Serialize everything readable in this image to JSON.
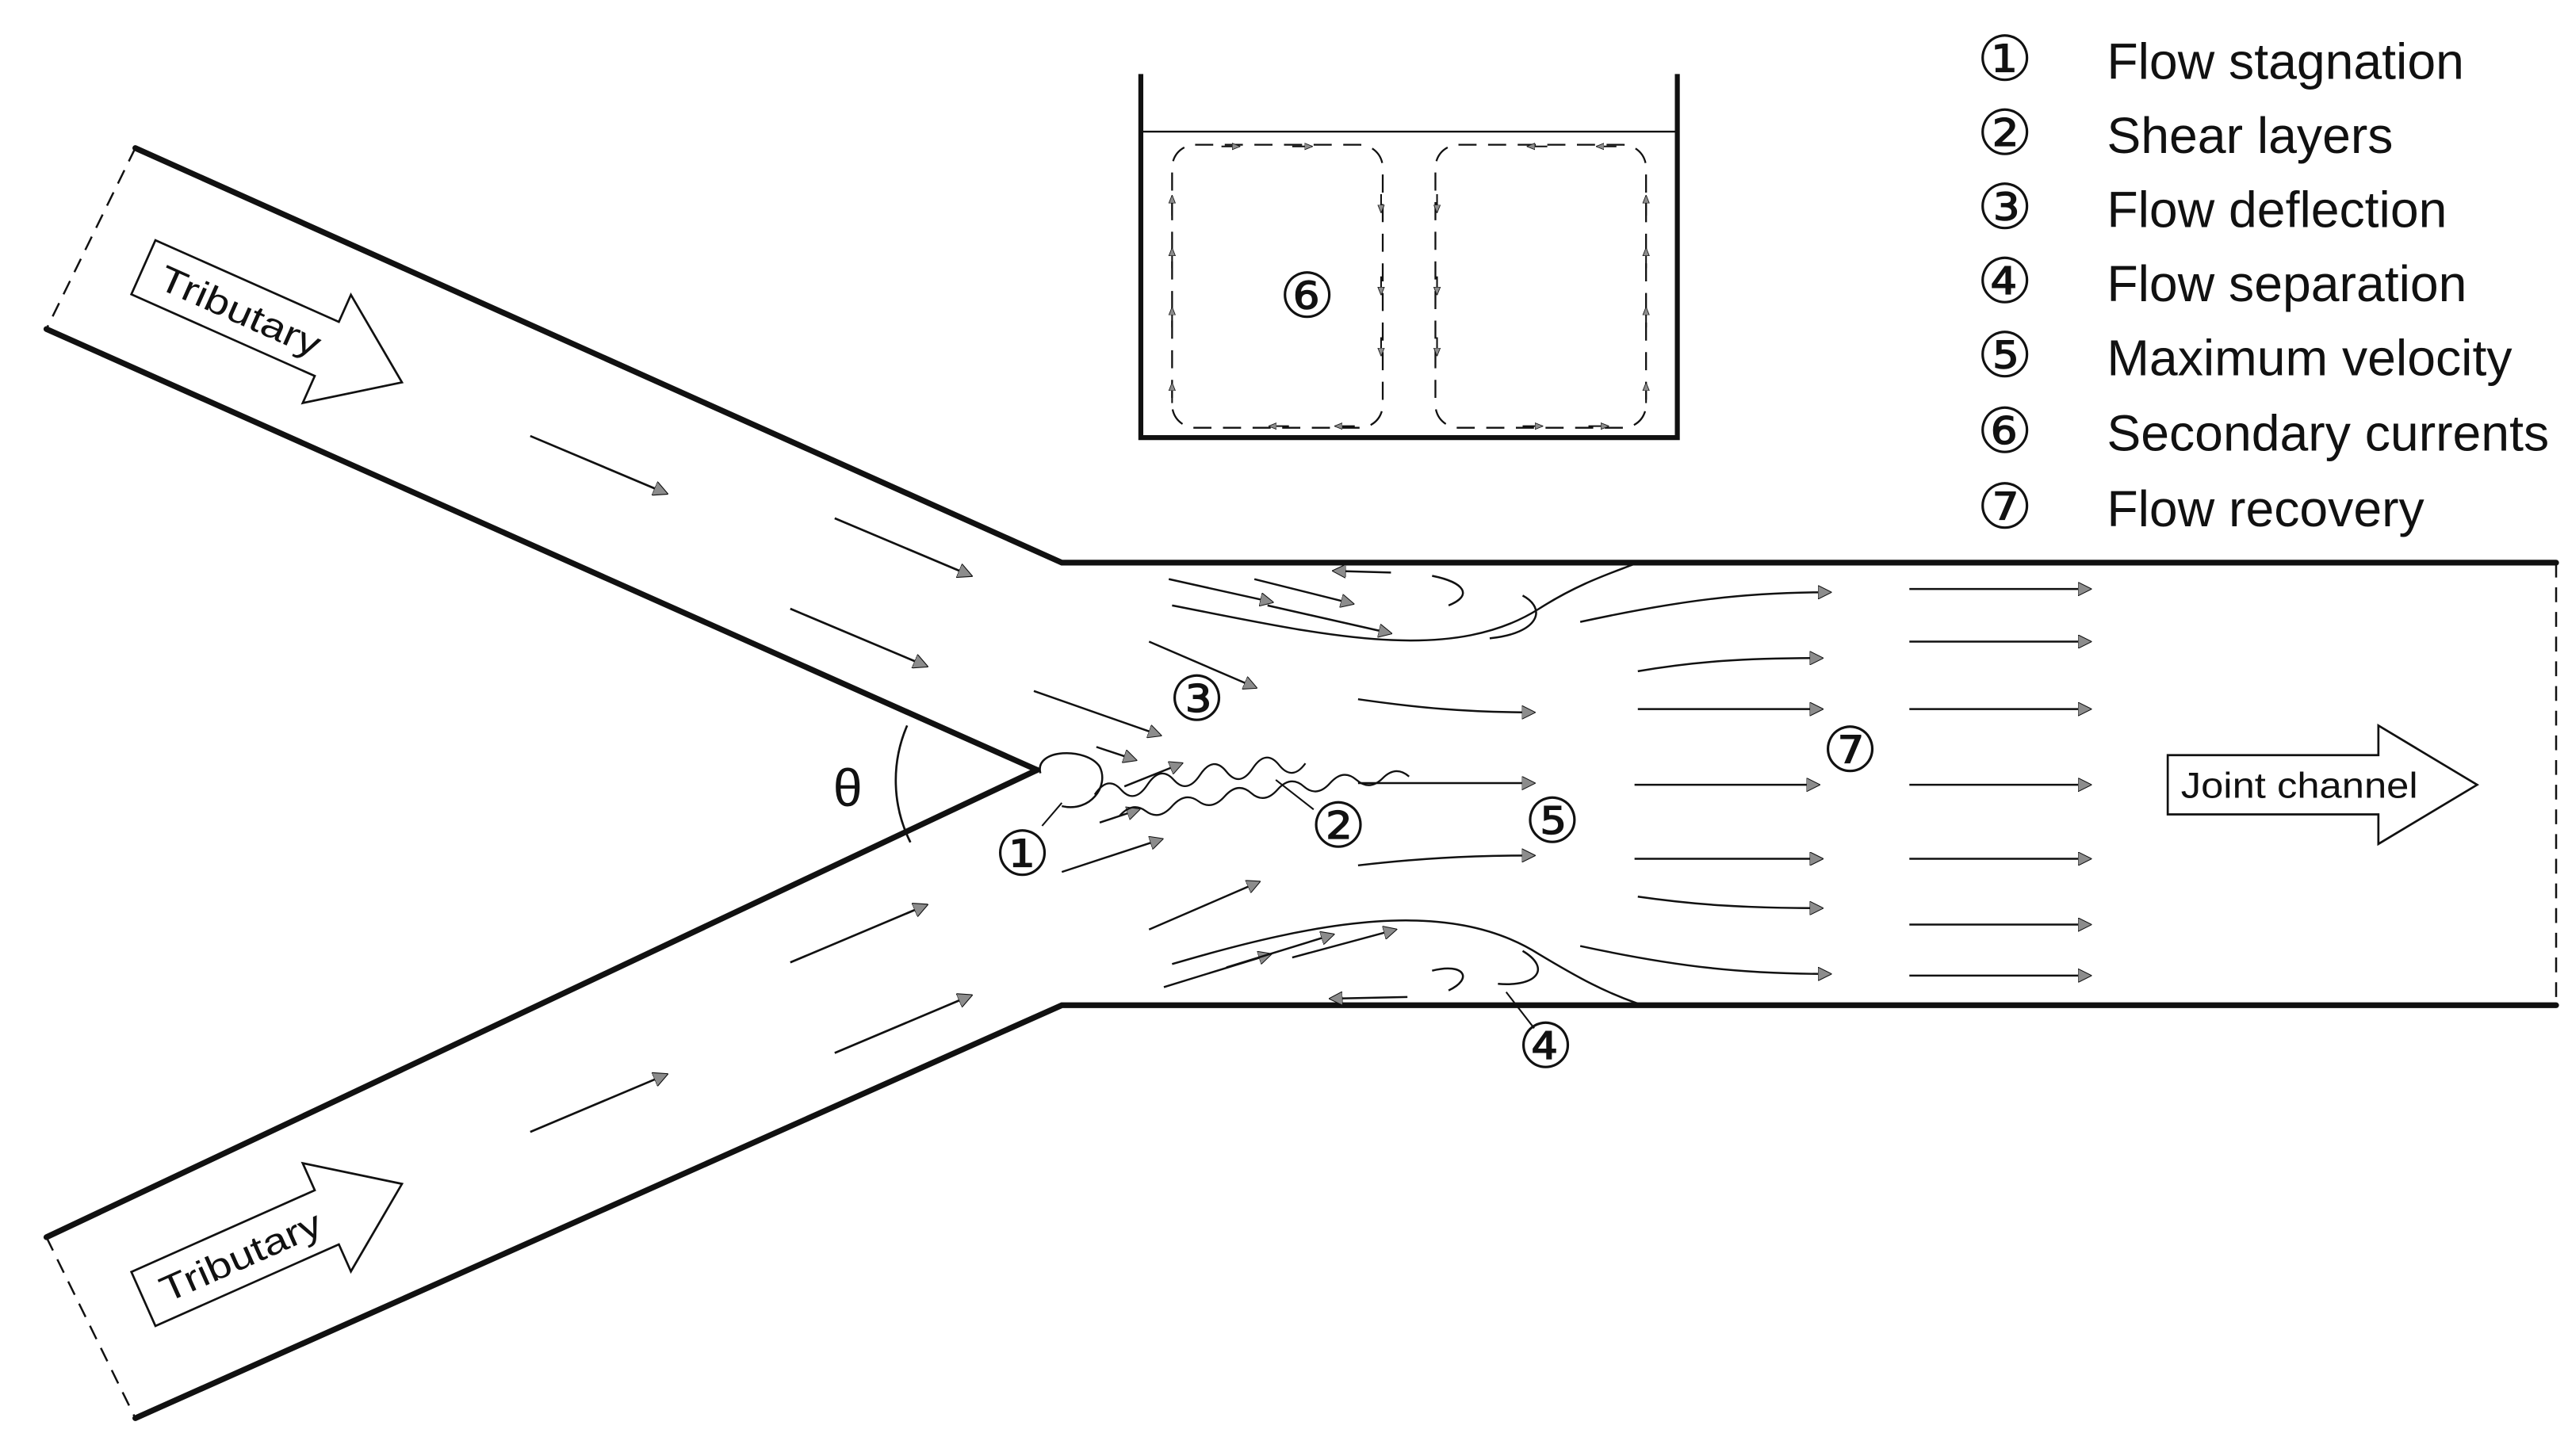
{
  "legend": {
    "items": [
      {
        "marker": "①",
        "label": "Flow stagnation"
      },
      {
        "marker": "②",
        "label": "Shear layers"
      },
      {
        "marker": "③",
        "label": "Flow deflection"
      },
      {
        "marker": "④",
        "label": "Flow separation"
      },
      {
        "marker": "⑤",
        "label": "Maximum velocity"
      },
      {
        "marker": "⑥",
        "label": "Secondary currents"
      },
      {
        "marker": "⑦",
        "label": "Flow recovery"
      }
    ]
  },
  "channel": {
    "tributary_upper_label": "Tributary",
    "tributary_lower_label": "Tributary",
    "joint_label": "Joint channel",
    "angle_symbol": "θ"
  },
  "markers": {
    "m1": "①",
    "m2": "②",
    "m3": "③",
    "m4": "④",
    "m5": "⑤",
    "m6": "⑥",
    "m7": "⑦"
  },
  "colors": {
    "line": "#111111",
    "arrow_fill": "#8c8c8c",
    "background": "#ffffff"
  }
}
